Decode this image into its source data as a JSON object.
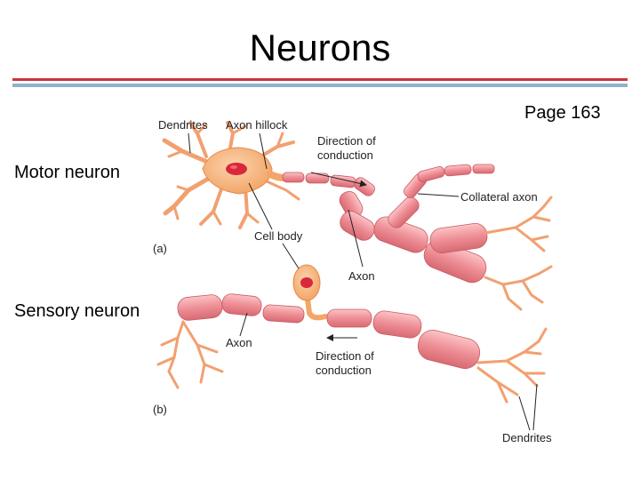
{
  "slide": {
    "title": "Neurons",
    "page_ref": "Page 163"
  },
  "rows": {
    "motor_label": "Motor neuron",
    "sensory_label": "Sensory neuron"
  },
  "figure": {
    "motor": {
      "dendrites": "Dendrites",
      "axon_hillock": "Axon hillock",
      "direction_line1": "Direction of",
      "direction_line2": "conduction",
      "collateral_axon": "Collateral axon",
      "cell_body": "Cell body",
      "axon": "Axon",
      "panel": "(a)"
    },
    "sensory": {
      "axon": "Axon",
      "direction_line1": "Direction of",
      "direction_line2": "conduction",
      "dendrites": "Dendrites",
      "panel": "(b)"
    }
  },
  "colors": {
    "title_rule_red": "#c9343a",
    "title_rule_blue": "#8fb3cc",
    "cell_body": "#f6b784",
    "nucleus": "#d8283a",
    "myelin": "#ee8e95",
    "myelin_dark": "#d86a72",
    "dendrite": "#f2a070"
  }
}
